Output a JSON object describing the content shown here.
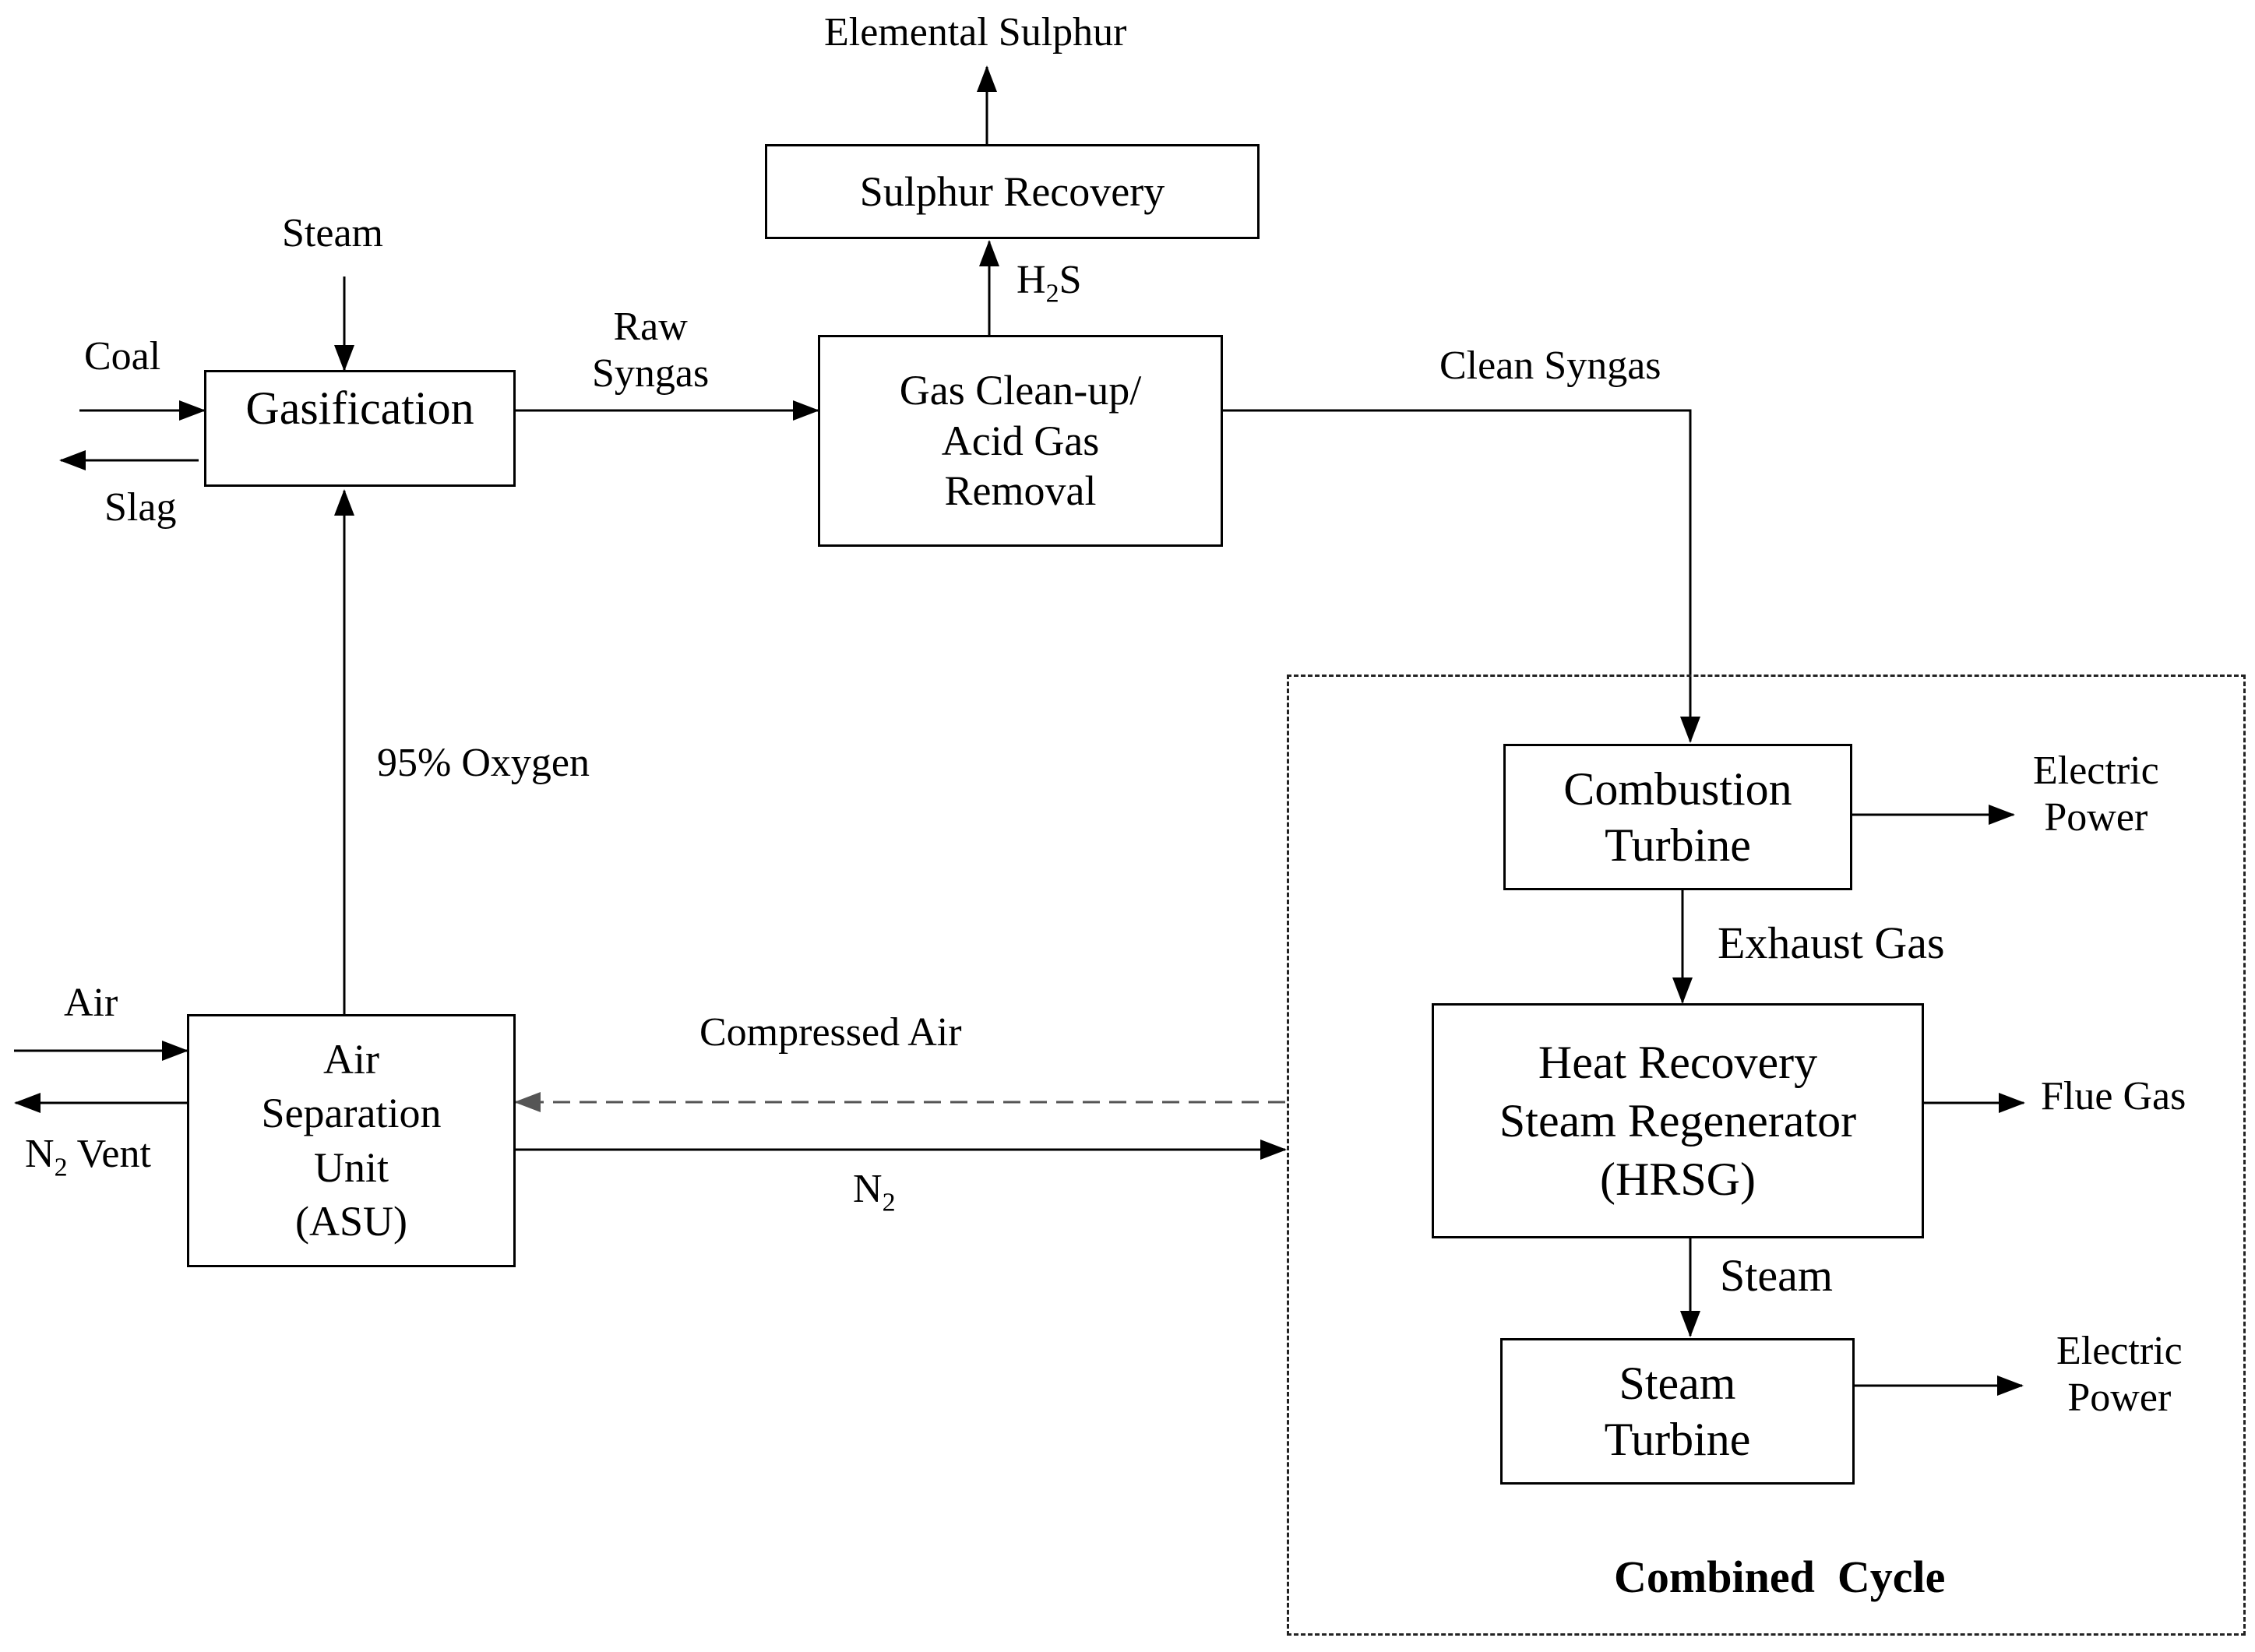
{
  "boxes": {
    "gasification": "Gasification",
    "sulphur_recovery": "Sulphur Recovery",
    "gas_cleanup": [
      "Gas Clean-up/",
      "Acid Gas",
      "Removal"
    ],
    "asu": [
      "Air",
      "Separation",
      "Unit",
      "(ASU)"
    ],
    "combustion_turbine": [
      "Combustion",
      "Turbine"
    ],
    "hrsg": [
      "Heat Recovery",
      "Steam Regenerator",
      "(HRSG)"
    ],
    "steam_turbine": [
      "Steam",
      "Turbine"
    ]
  },
  "streams": {
    "elemental_sulphur": "Elemental Sulphur",
    "steam_in": "Steam",
    "coal": "Coal",
    "slag": "Slag",
    "raw_syngas": [
      "Raw",
      "Syngas"
    ],
    "h2s": {
      "base": "H",
      "sub": "2",
      "rest": "S"
    },
    "clean_syngas": "Clean Syngas",
    "oxygen": "95% Oxygen",
    "air": "Air",
    "n2_vent": {
      "base": "N",
      "sub": "2",
      "rest": " Vent"
    },
    "compressed_air": "Compressed Air",
    "n2": {
      "base": "N",
      "sub": "2"
    },
    "electric_power_1": [
      "Electric",
      "Power"
    ],
    "exhaust_gas": "Exhaust Gas",
    "flue_gas": "Flue Gas",
    "steam_out": "Steam",
    "electric_power_2": [
      "Electric",
      "Power"
    ]
  },
  "combined_cycle_label": "Combined  Cycle"
}
